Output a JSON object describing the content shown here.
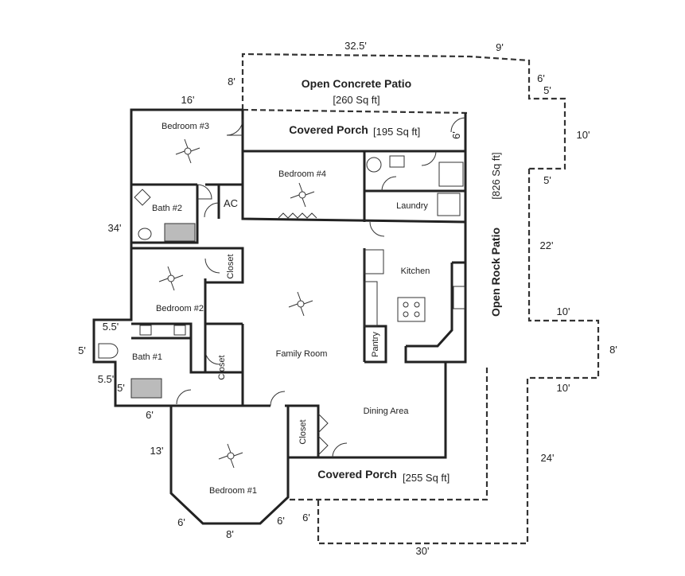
{
  "rooms": {
    "open_concrete_patio": "Open Concrete Patio",
    "open_concrete_patio_area": "[260 Sq ft]",
    "covered_porch_top": "Covered Porch",
    "covered_porch_top_area": "[195 Sq ft]",
    "bedroom3": "Bedroom #3",
    "bedroom4": "Bedroom #4",
    "bath2": "Bath #2",
    "ac": "AC",
    "laundry": "Laundry",
    "kitchen": "Kitchen",
    "closet_bed2": "Closet",
    "bedroom2": "Bedroom #2",
    "family_room": "Family Room",
    "pantry": "Pantry",
    "bath1": "Bath #1",
    "closet_bath1": "Closet",
    "dining_area": "Dining Area",
    "closet_dining": "Closet",
    "bedroom1": "Bedroom #1",
    "covered_porch_bottom": "Covered Porch",
    "covered_porch_bottom_area": "[255 Sq ft]",
    "open_rock_patio": "Open Rock Patio",
    "open_rock_patio_area": "[826 Sq ft]"
  },
  "dimensions": {
    "top_32_5": "32.5'",
    "top_9": "9'",
    "left_8": "8'",
    "left_16": "16'",
    "right_6": "6'",
    "right_5a": "5'",
    "right_10a": "10'",
    "right_5b": "5'",
    "porch_6": "6'",
    "left_34": "34'",
    "right_22": "22'",
    "right_10b": "10'",
    "left_5_5a": "5.5'",
    "right_8": "8'",
    "left_5": "5'",
    "left_5_5b": "5.5'",
    "bath_5": "5'",
    "right_10c": "10'",
    "left_6a": "6'",
    "left_13": "13'",
    "right_24": "24'",
    "bottom_6a": "6'",
    "bottom_6b": "6'",
    "bottom_6c": "6'",
    "bottom_8": "8'",
    "bottom_30": "30'"
  }
}
